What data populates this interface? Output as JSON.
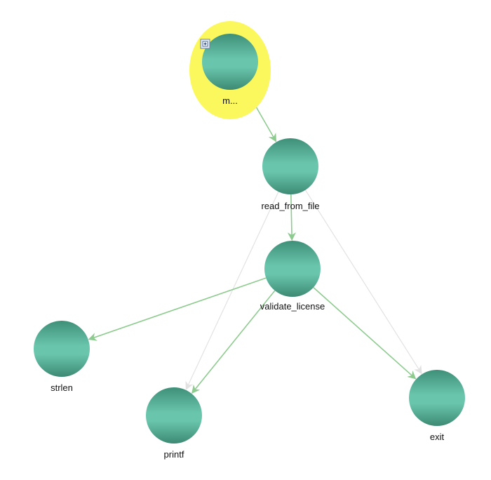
{
  "graph": {
    "nodes": [
      {
        "id": "main",
        "label": "m...",
        "selected": true,
        "collapse_button": true
      },
      {
        "id": "read_from_file",
        "label": "read_from_file"
      },
      {
        "id": "validate_license",
        "label": "validate_license"
      },
      {
        "id": "strlen",
        "label": "strlen"
      },
      {
        "id": "printf",
        "label": "printf"
      },
      {
        "id": "exit",
        "label": "exit"
      }
    ],
    "edges": [
      {
        "from": "main",
        "to": "read_from_file",
        "kind": "direct"
      },
      {
        "from": "read_from_file",
        "to": "validate_license",
        "kind": "direct"
      },
      {
        "from": "read_from_file",
        "to": "printf",
        "kind": "indirect"
      },
      {
        "from": "read_from_file",
        "to": "exit",
        "kind": "indirect"
      },
      {
        "from": "validate_license",
        "to": "strlen",
        "kind": "direct"
      },
      {
        "from": "validate_license",
        "to": "printf",
        "kind": "direct"
      },
      {
        "from": "validate_license",
        "to": "exit",
        "kind": "direct"
      }
    ]
  },
  "colors": {
    "node_top": "#3f8f78",
    "node_mid": "#69c5ac",
    "node_bottom": "#3d8a73",
    "selection_halo": "#fbf85d",
    "edge_direct": "#8ecb8f",
    "edge_indirect": "#e2e2e2"
  },
  "icons": {
    "collapse": "collapse-box-icon"
  }
}
